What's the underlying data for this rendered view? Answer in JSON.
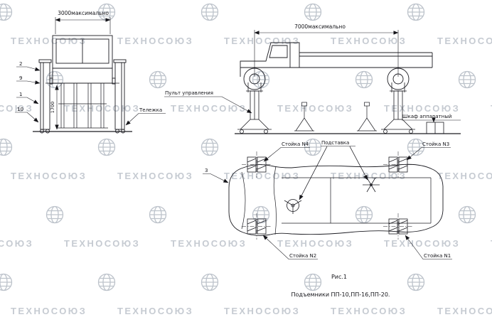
{
  "watermark": {
    "text": "ТЕХНОСОЮЗ"
  },
  "front_view": {
    "dim_width": "3000максимально",
    "dim_height": "1700",
    "callouts": [
      "2",
      "9",
      "1",
      "10"
    ],
    "trolley_label": "Тележка"
  },
  "side_view": {
    "dim_length": "7000максимально",
    "control_panel_label": "Пульт управления",
    "cabinet_label": "Шкаф аппаратный"
  },
  "top_view": {
    "stand4_label": "Стойка N4",
    "support_label": "Подставка",
    "stand3_label": "Стойка N3",
    "callout3": "3",
    "stand2_label": "Стойка N2",
    "stand1_label": "Стойка N1"
  },
  "caption": {
    "figure": "Рис.1",
    "title": "Подъемники ПП-10,ПП-16,ПП-20."
  }
}
